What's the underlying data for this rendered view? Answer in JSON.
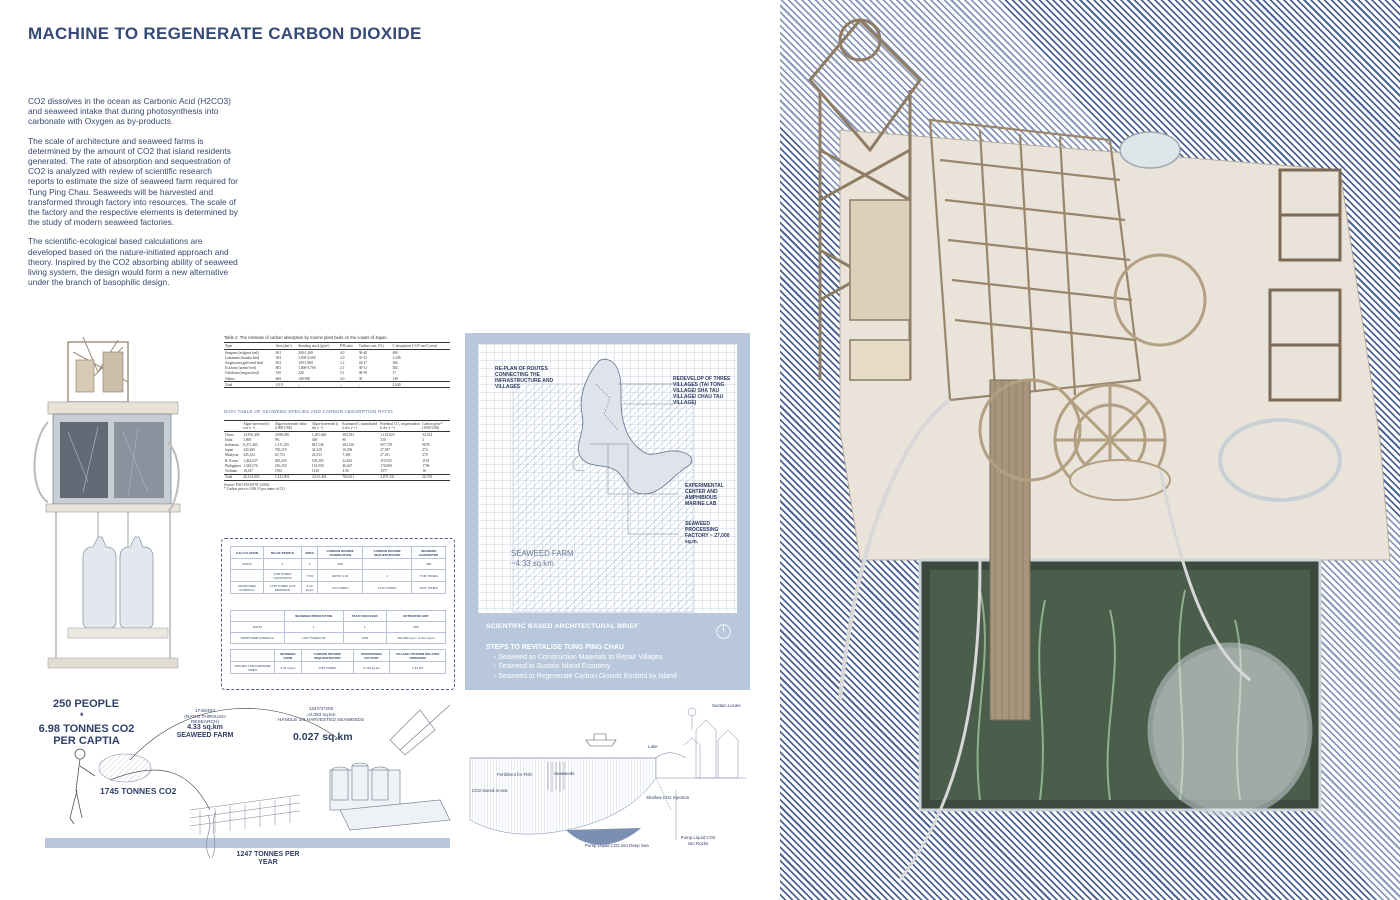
{
  "title": "MACHINE TO REGENERATE CARBON DIOXIDE",
  "intro": [
    "CO2 dissolves in the ocean as Carbonic Acid (H2CO3) and seaweed intake that during photosynthesis into carbonate with Oxygen as by-products.",
    "The scale of architecture and seaweed farms is determined by the amount of CO2 that island residents generated. The rate of absorption and sequestration of CO2 is analyzed with review of scientific research reports to estimate the size of seaweed farm required for Tung Ping Chau. Seaweeds will be harvested and transformed through factory into resources. The scale of the factory and the respective elements is determined by the study of modern seaweed factories.",
    "The scientific-ecological based calculations are developed based on the nature-initiated approach and theory. Inspired by the CO2 absorbing ability of seaweed living system, the design would form a new alternative under the branch of basophilic design."
  ],
  "table1": {
    "caption": "Table 2. The estimate of carbon absorption by marine plant beds on the coasts of Japan.",
    "headers": [
      "Type",
      "Area (km²)",
      "Standing stock (g/m²)",
      "P/B ratio",
      "Carbon cont. (%)",
      "C absorption (×10³ ton/C/year)"
    ],
    "rows": [
      [
        "Seagrass (eelgrass bed)",
        "491",
        "200-1,200",
        "4.0",
        "30-40",
        "480"
      ],
      [
        "Laminaria (kombu bed)",
        "303",
        "3,500-5,600",
        "2.0",
        "35-35",
        "1,436"
      ],
      [
        "Sargassum (gulfweed bed)",
        "852",
        "100-1,800",
        "1.2",
        "24-27",
        "366"
      ],
      [
        "Ecklonia (arame bed)",
        "883",
        "1,000-5,700",
        "2.1",
        "30-31",
        "582"
      ],
      [
        "Gelidium (tengusa bed)",
        "190",
        "220",
        "5.1",
        "38-39",
        "17"
      ],
      [
        "Others",
        "668",
        "140-900",
        "4.0",
        "30",
        "149"
      ],
      [
        "Total",
        "2,011",
        "–",
        "–",
        "–",
        "2,040"
      ]
    ]
  },
  "table2": {
    "title": "DATA TABLE OF SEAWEED SPECIES AND CARBON ABSORPTION RATIO",
    "headers": [
      "",
      "Algae harvested (t ww y⁻¹)",
      "Algae harvested value (1000 US$)",
      "Algae harvested (t dw y⁻¹)",
      "Estimated C assimilated (t dw y⁻¹)",
      "Potential CO₂ sequestration (t dw y⁻¹)",
      "Carbon price* (1000 US$)"
    ],
    "rows": [
      [
        "China",
        "12,816,400",
        "2,698,050",
        "1,281,640",
        "384,593",
        "1,141,823",
        "34,334"
      ],
      [
        "India",
        "3,800",
        "9%",
        "369",
        "90",
        "330",
        "3"
      ],
      [
        "Indonesia",
        "8,471,463",
        "1,311,255",
        "847,146",
        "264,126",
        "907,739",
        "9678"
      ],
      [
        "Japan",
        "243,200",
        "700,219",
        "34,320",
        "10,296",
        "37,597",
        "274"
      ],
      [
        "Malaysia",
        "245,332",
        "65,753",
        "24,533",
        "7,360",
        "27,011",
        "270"
      ],
      [
        "R. Korea",
        "1,462,027",
        "405,430",
        "109,203",
        "32,661",
        "119,535",
        "1191"
      ],
      [
        "Philippines",
        "1,549,576",
        "256,250",
        "154,958",
        "46,467",
        "170,600",
        "1706"
      ],
      [
        "Vietnam",
        "18,327",
        "1963",
        "1418",
        "4.56",
        "1377",
        "16"
      ],
      [
        "Total",
        "26,134,029",
        "5,322,903",
        "2,613,404",
        "784,021",
        "2,875,331",
        "26,376"
      ]
    ],
    "notes": [
      "Source: FAO FAOSTAT (2016)",
      "* Carbon price is US$ 10 per tonne of CO₂"
    ]
  },
  "calc": {
    "t1_headers": [
      "CALCULATION",
      "NO.OF PEOPLE",
      "AREA",
      "CARBON DIOXIDE ASSIMILATION",
      "CARBON DIOXIDE SEQUESTRATION",
      "SEAWEED HARVESTED"
    ],
    "t1_rows": [
      [
        "RATIO",
        "1",
        "1",
        "365",
        "",
        "300"
      ],
      [
        "",
        "6.98 TONES CO2/CAPITA",
        "7745",
        "RATIO 4.16",
        "1",
        "7745 TONES"
      ],
      [
        "PROPOSED FORMULA",
        "1745 TONES CO2 EMISSION",
        "4.33 sq.km",
        "374 TONES",
        "1472 TONES",
        "1247 TONES"
      ]
    ],
    "t2_headers": [
      "",
      "SEAWEED PRODUCTION",
      "STAFF INVOLVED",
      "ESTIMATED GDP"
    ],
    "t2_rows": [
      [
        "RATIO",
        "1",
        "1",
        "365"
      ],
      [
        "PROPOSED FORMULA",
        "1247 TONES/YR",
        "1253",
        "182,000 sq.m. of the sq.km"
      ]
    ],
    "t3_headers": [
      "",
      "SEAWEED FARM",
      "CARBON DIOXIDE SEQUESTRATION",
      "PROCESSING FACTORY",
      "VILLAGE TOURISM RELATED PROGRAM"
    ],
    "t3_rows": [
      [
        "PROJECT PROGRAMME SIZES",
        "4.33 sq.km",
        "1745 TONES",
        "0.734 sq.km",
        "7.44 PH"
      ]
    ]
  },
  "map": {
    "label_routes": "RE-PLAN OF ROUTES CONNECTING THE INFRASTRUCTURE AND VILLAGES",
    "label_villages": "REDEVELOP OF THREE VILLAGES (TAI TONG VILLAGE/ SHA TAU VILLAGE/ CHAU TAU VILLAGE)",
    "label_center": "EXPERIMENTAL CENTER AND AMPHIBIOUS MARINE LAB",
    "label_factory": "SEAWEED PROCESSING FACTORY ~ 27,000 sq.m.",
    "seaweed_farm_title": "SEAWEED FARM",
    "seaweed_farm_area": "~4.33 sq.km",
    "brief_title": "SCIENTIFIC BASED ARCHITECTURAL BRIEF",
    "steps_title": "STEPS TO REVITALISE TUNG PING CHAU",
    "steps": [
      "- Seaweed as Construction Materials to Repair Villages",
      "- Seaweed to Sustain Island Economy",
      "- Seaweed to Regenerate Carbon Dioxide Emitted by Island"
    ]
  },
  "infographic": {
    "people": "250 PEOPLE",
    "star": "*",
    "per_capita_1": "6.98 TONNES CO2",
    "per_capita_2": "PER CAPTIA",
    "ratio_note_1": "1745/403",
    "ratio_note_2": "(RATIO THROUGH RESEARCH)",
    "farm_area": "4.33 sq.km",
    "farm_label": "SEAWEED FARM",
    "handle_note_1": "1247/3*200",
    "handle_note_2": "=0.083 sq.km",
    "handle_note_3": "HANDLE 1/3 HARVESTED SEAWEEDS",
    "factory_area": "0.027 sq.km",
    "total_co2": "1745 TONNES CO2",
    "per_year_1": "1247 TONNES PER",
    "per_year_2": "YEAR"
  },
  "section": {
    "sustain_locals": "Sustain Locals",
    "lake": "Lake",
    "fertilizers": "Fertilizers for Fish",
    "seaweeds": "Seaweeds",
    "co2_sea": "CO2 stored in sea",
    "shallow": "Shallow CO2 Injection",
    "pump_deep": "Pump Liquid CO2 into Deep Sea",
    "pump_rocks": "Pump Liquid CO2 into Rocks"
  },
  "colors": {
    "accent": "#354a76",
    "panel": "#b9c7dd",
    "hatch": "#4d6495"
  }
}
